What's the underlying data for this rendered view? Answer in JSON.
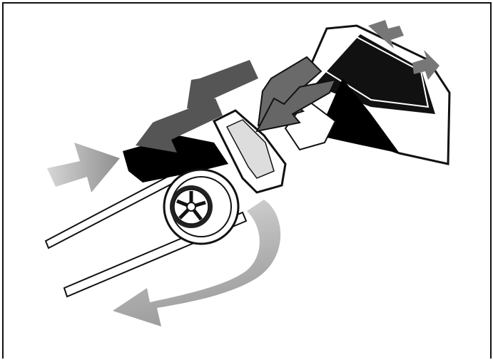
{
  "figure": {
    "description_text": "",
    "colors": {
      "background": "#ffffff",
      "outline": "#111111",
      "arrow_dark": "#555555",
      "arrow_medium": "#8a8a8a",
      "arrow_light": "#b5b5b5",
      "belt": "#ffffff",
      "chute_shadow": "#000000"
    },
    "icons": [
      "arrow-in-left",
      "arrow-sweep-bottom",
      "arrow-chute-top-left",
      "arrow-chute-top-right",
      "arrow-down-1",
      "arrow-down-2",
      "arrow-down-3",
      "arrow-down-4"
    ]
  }
}
